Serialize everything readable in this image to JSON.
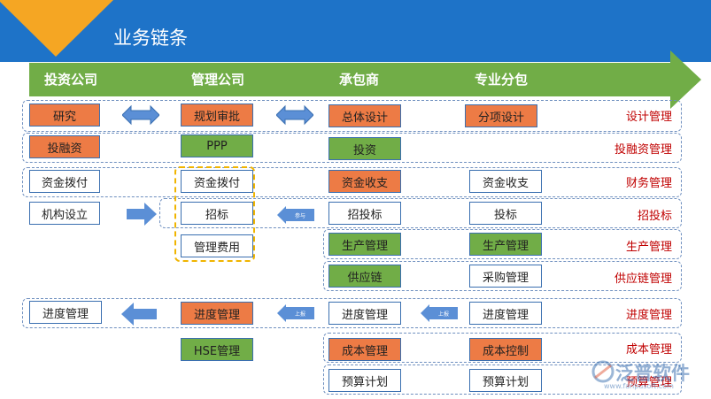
{
  "title": "业务链条",
  "columns": [
    "投资公司",
    "管理公司",
    "承包商",
    "专业分包"
  ],
  "rows": {
    "r1": {
      "c1": "研究",
      "c2": "规划审批",
      "c3": "总体设计",
      "c4": "分项设计",
      "label": "设计管理"
    },
    "r2": {
      "c1": "投融资",
      "c2": "PPP",
      "c3": "投资",
      "label": "投融资管理"
    },
    "r3": {
      "c1": "资金拨付",
      "c2": "资金拨付",
      "c3": "资金收支",
      "c4": "资金收支",
      "label": "财务管理"
    },
    "r4": {
      "c1": "机构设立",
      "c2": "招标",
      "c3": "招投标",
      "c4": "投标",
      "label": "招投标"
    },
    "r5": {
      "c2": "管理费用"
    },
    "r6": {
      "c3": "生产管理",
      "c4": "生产管理",
      "label": "生产管理"
    },
    "r7": {
      "c3": "供应链",
      "c4": "采购管理",
      "label": "供应链管理"
    },
    "r8": {
      "c1": "进度管理",
      "c2": "进度管理",
      "c3": "进度管理",
      "c4": "进度管理",
      "label": "进度管理"
    },
    "r9": {
      "c2": "HSE管理",
      "c3": "成本管理",
      "c4": "成本控制",
      "label": "成本管理"
    },
    "r10": {
      "c3": "预算计划",
      "c4": "预算计划",
      "label": "预算管理"
    }
  },
  "arrow_labels": {
    "cansu": "参与",
    "shangbao1": "上报",
    "shangbao2": "上报"
  },
  "watermark": {
    "text": "泛普软件",
    "url": "www.fanpusoft.com"
  },
  "colors": {
    "header": "#1e73c8",
    "accent": "#f5a623",
    "green": "#71ad47",
    "orange": "#ed7b45",
    "label_red": "#c00000"
  }
}
